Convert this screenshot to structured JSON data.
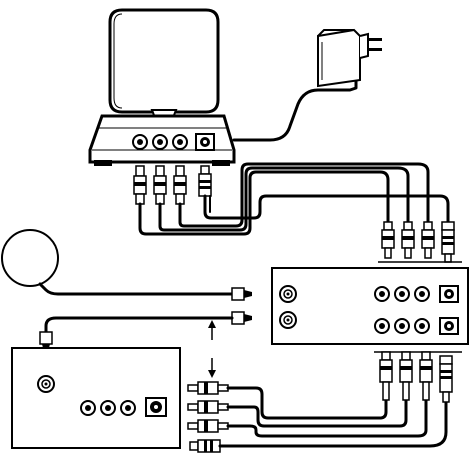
{
  "diagram": {
    "devices": [
      {
        "id": "antenna",
        "icon": "antenna-receiver-icon"
      },
      {
        "id": "power_adapter",
        "icon": "power-adapter-icon"
      },
      {
        "id": "dish",
        "icon": "satellite-dish-icon"
      },
      {
        "id": "vcr",
        "icon": "vcr-icon"
      },
      {
        "id": "tv",
        "icon": "tv-icon"
      }
    ],
    "connectors": [
      "rca-yellow",
      "rca-white",
      "rca-red",
      "s-video",
      "coax"
    ]
  }
}
